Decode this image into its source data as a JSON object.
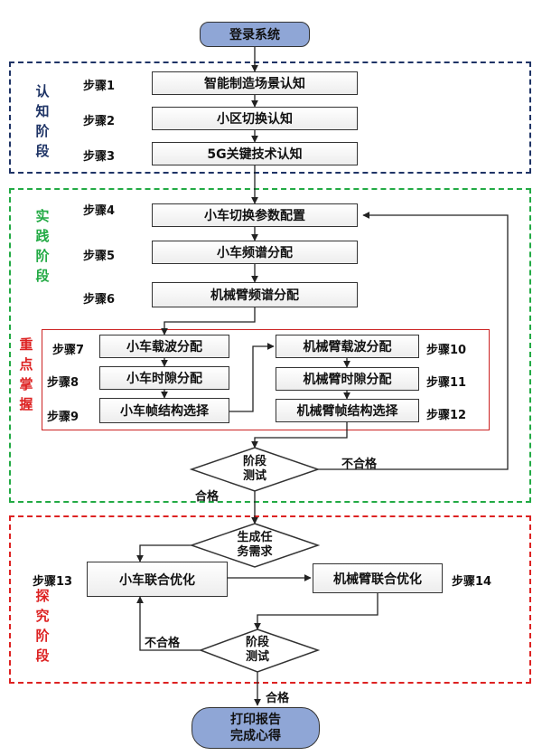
{
  "start_label": "登录系统",
  "end_label_1": "打印报告",
  "end_label_2": "完成心得",
  "phases": {
    "cognition": [
      "认",
      "知",
      "阶",
      "段"
    ],
    "practice": [
      "实",
      "践",
      "阶",
      "段"
    ],
    "key": [
      "重",
      "点",
      "掌",
      "握"
    ],
    "explore": [
      "探",
      "究",
      "阶",
      "段"
    ]
  },
  "colors": {
    "cognition_border": "#1f3466",
    "cognition_text": "#1f3466",
    "practice_border": "#22aa44",
    "practice_text": "#22aa44",
    "key_border": "#cc2222",
    "key_text": "#dd2222",
    "explore_border": "#dd2222",
    "explore_text": "#dd2222",
    "terminal_fill": "#8fa6d6"
  },
  "steps": {
    "s1": {
      "label": "步骤1",
      "box": "智能制造场景认知"
    },
    "s2": {
      "label": "步骤2",
      "box": "小区切换认知"
    },
    "s3": {
      "label": "步骤3",
      "box": "5G关键技术认知"
    },
    "s4": {
      "label": "步骤4",
      "box": "小车切换参数配置"
    },
    "s5": {
      "label": "步骤5",
      "box": "小车频谱分配"
    },
    "s6": {
      "label": "步骤6",
      "box": "机械臂频谱分配"
    },
    "s7": {
      "label": "步骤7",
      "box": "小车载波分配"
    },
    "s8": {
      "label": "步骤8",
      "box": "小车时隙分配"
    },
    "s9": {
      "label": "步骤9",
      "box": "小车帧结构选择"
    },
    "s10": {
      "label": "步骤10",
      "box": "机械臂载波分配"
    },
    "s11": {
      "label": "步骤11",
      "box": "机械臂时隙分配"
    },
    "s12": {
      "label": "步骤12",
      "box": "机械臂帧结构选择"
    },
    "s13": {
      "label": "步骤13",
      "box": "小车联合优化"
    },
    "s14": {
      "label": "步骤14",
      "box": "机械臂联合优化"
    }
  },
  "decisions": {
    "test1": {
      "line1": "阶段",
      "line2": "测试"
    },
    "task": {
      "line1": "生成任",
      "line2": "务需求"
    },
    "test2": {
      "line1": "阶段",
      "line2": "测试"
    }
  },
  "flow_labels": {
    "fail1": "不合格",
    "pass1": "合格",
    "fail2": "不合格",
    "pass2": "合格"
  }
}
